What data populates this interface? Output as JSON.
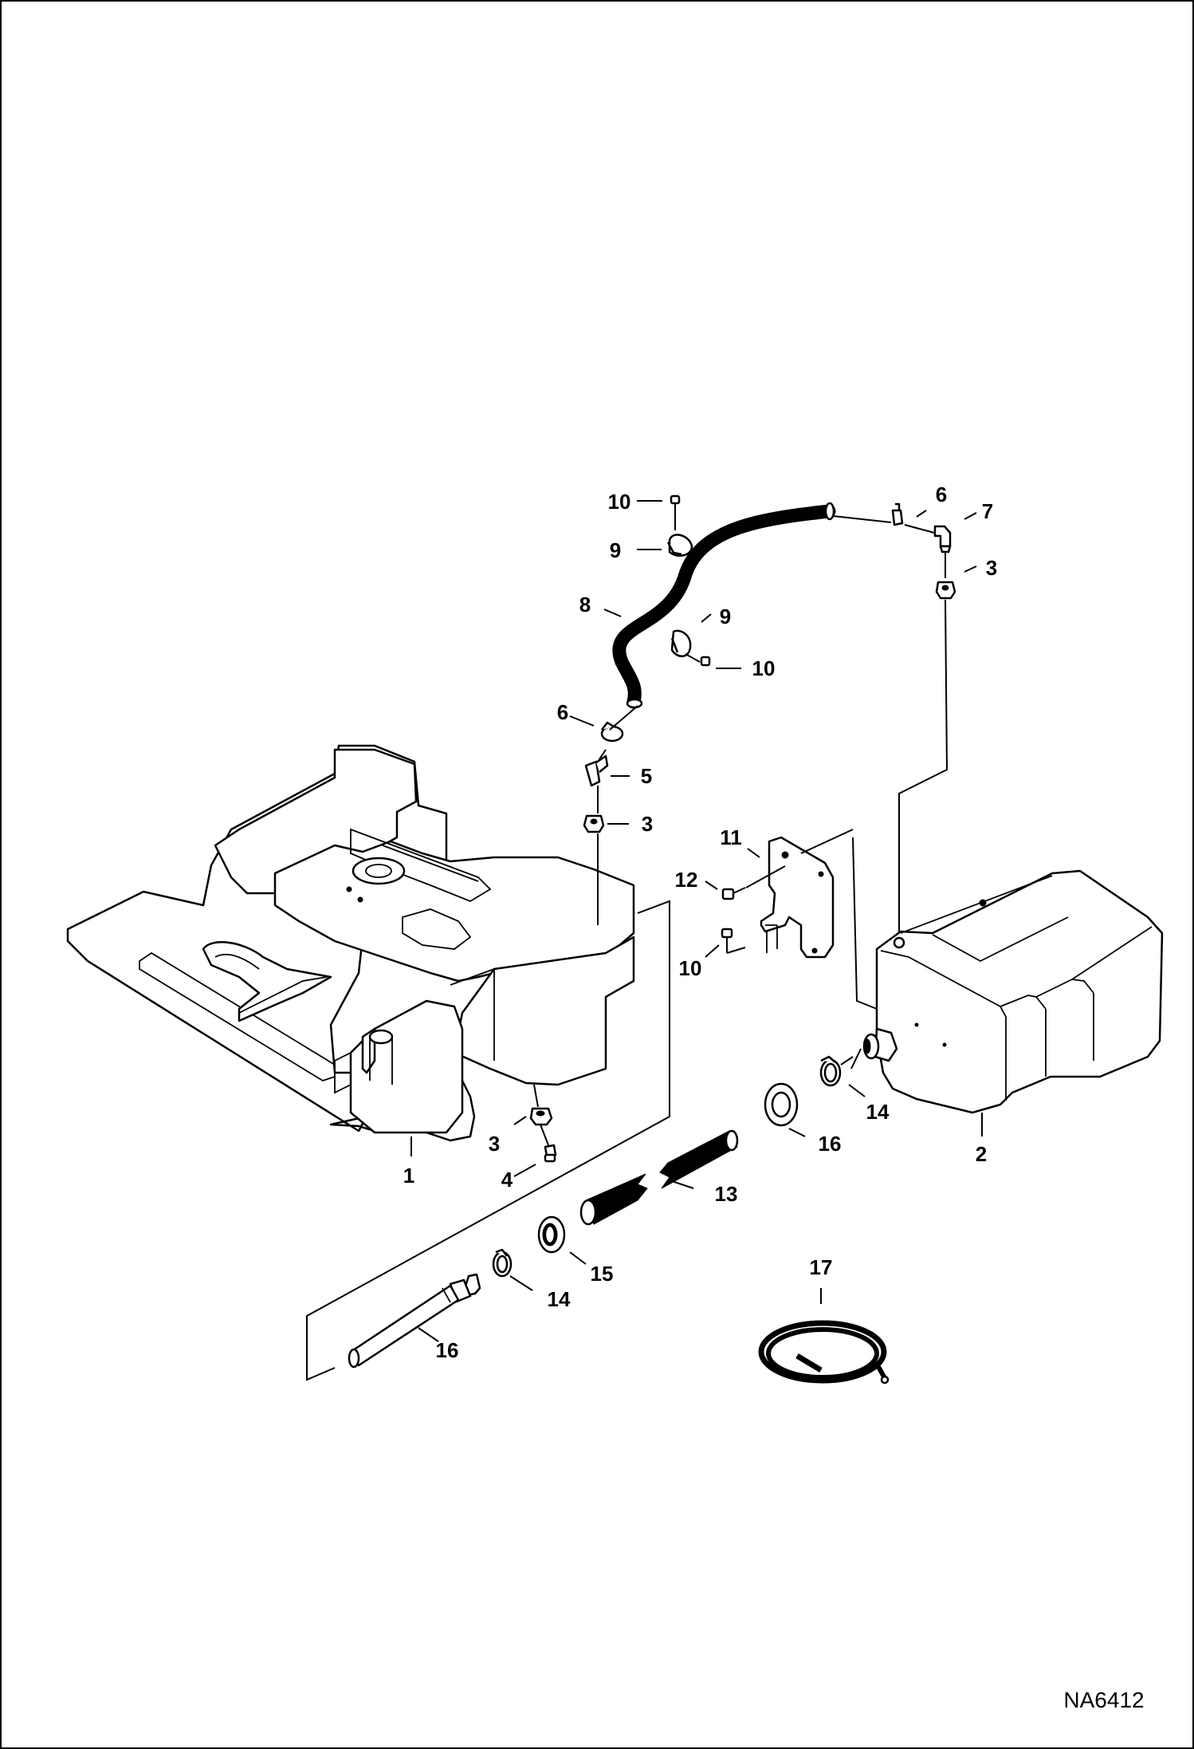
{
  "diagram": {
    "callouts": [
      {
        "key": "c1",
        "label": "1"
      },
      {
        "key": "c2",
        "label": "2"
      },
      {
        "key": "c3a",
        "label": "3"
      },
      {
        "key": "c3b",
        "label": "3"
      },
      {
        "key": "c3c",
        "label": "3"
      },
      {
        "key": "c4",
        "label": "4"
      },
      {
        "key": "c5",
        "label": "5"
      },
      {
        "key": "c6a",
        "label": "6"
      },
      {
        "key": "c6b",
        "label": "6"
      },
      {
        "key": "c7",
        "label": "7"
      },
      {
        "key": "c8",
        "label": "8"
      },
      {
        "key": "c9a",
        "label": "9"
      },
      {
        "key": "c9b",
        "label": "9"
      },
      {
        "key": "c10a",
        "label": "10"
      },
      {
        "key": "c10b",
        "label": "10"
      },
      {
        "key": "c10c",
        "label": "10"
      },
      {
        "key": "c11",
        "label": "11"
      },
      {
        "key": "c12",
        "label": "12"
      },
      {
        "key": "c13",
        "label": "13"
      },
      {
        "key": "c14a",
        "label": "14"
      },
      {
        "key": "c14b",
        "label": "14"
      },
      {
        "key": "c15",
        "label": "15"
      },
      {
        "key": "c16a",
        "label": "16"
      },
      {
        "key": "c16b",
        "label": "16"
      },
      {
        "key": "c17",
        "label": "17"
      }
    ],
    "drawing_code": "NA6412"
  }
}
